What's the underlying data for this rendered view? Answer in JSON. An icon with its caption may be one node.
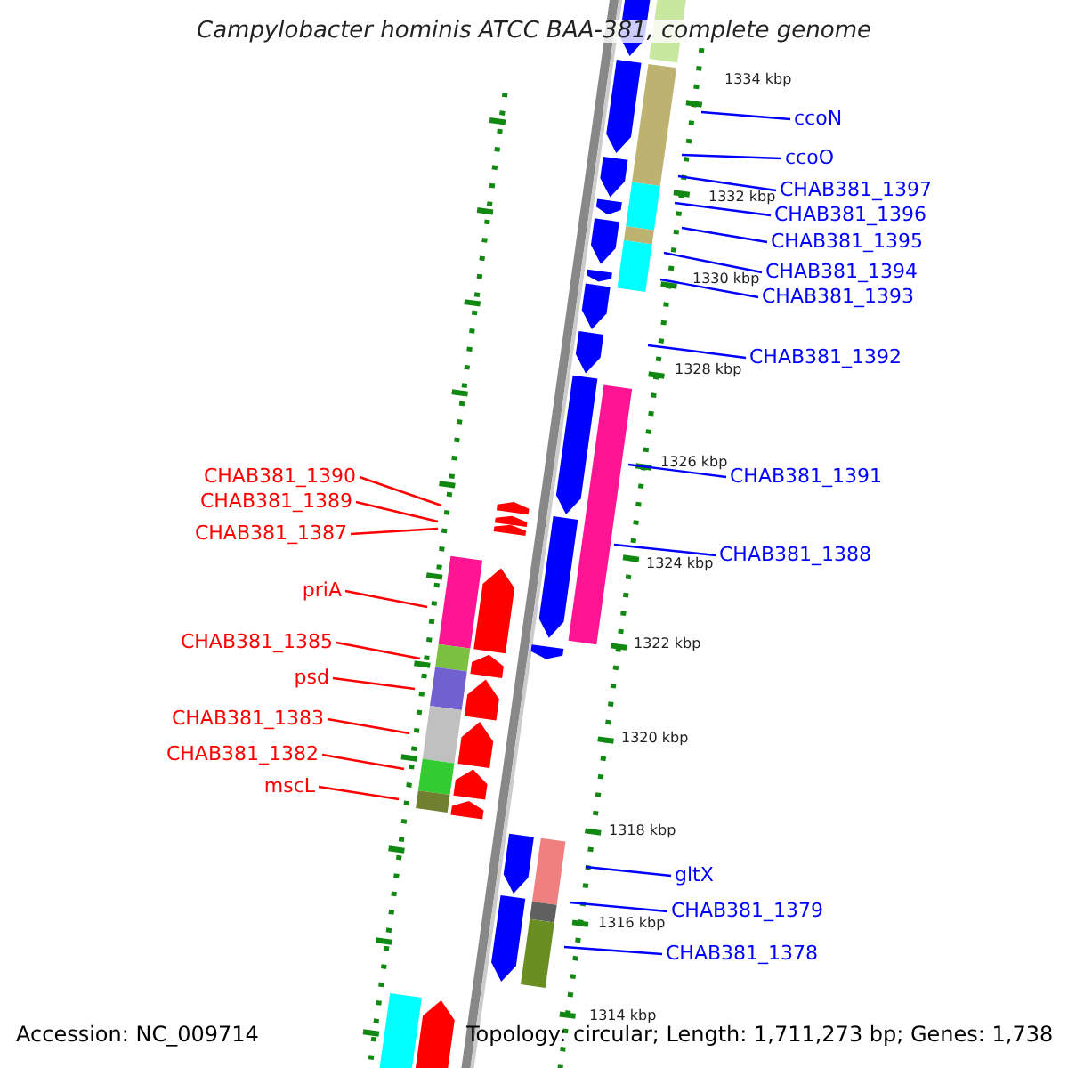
{
  "diagram": {
    "title": "Campylobacter hominis ATCC BAA-381, complete genome",
    "nodes": [
      {
        "text": [
          "ccoN"
        ]
      },
      {
        "text": [
          "ccoO"
        ]
      },
      {
        "text": [
          "CHAB381_1397"
        ]
      },
      {
        "text": [
          "CHAB381_1396"
        ]
      },
      {
        "text": [
          "CHAB381_1395"
        ]
      },
      {
        "text": [
          "CHAB381_1394"
        ]
      },
      {
        "text": [
          "CHAB381_1393"
        ]
      },
      {
        "text": [
          "CHAB381_1392"
        ]
      },
      {
        "text": [
          "CHAB381_1391"
        ]
      },
      {
        "text": [
          "CHAB381_1390"
        ]
      },
      {
        "text": [
          "CHAB381_1389"
        ]
      },
      {
        "text": [
          "CHAB381_1387"
        ]
      },
      {
        "text": [
          "CHAB381_1388"
        ]
      },
      {
        "text": [
          "priA"
        ]
      },
      {
        "text": [
          "CHAB381_1385"
        ]
      },
      {
        "text": [
          "psd"
        ]
      },
      {
        "text": [
          "CHAB381_1383"
        ]
      },
      {
        "text": [
          "CHAB381_1382"
        ]
      },
      {
        "text": [
          "mscL"
        ]
      },
      {
        "text": [
          "gltX"
        ]
      },
      {
        "text": [
          "CHAB381_1379"
        ]
      },
      {
        "text": [
          "CHAB381_1378"
        ]
      }
    ],
    "edges": [
      {
        "from": 0,
        "to": null,
        "arrow": "none"
      },
      {
        "from": 1,
        "to": null,
        "arrow": "none"
      },
      {
        "from": 2,
        "to": null,
        "arrow": "none"
      },
      {
        "from": 3,
        "to": null,
        "arrow": "none"
      },
      {
        "from": 4,
        "to": null,
        "arrow": "none"
      },
      {
        "from": 5,
        "to": null,
        "arrow": "none"
      },
      {
        "from": 6,
        "to": null,
        "arrow": "none"
      },
      {
        "from": 7,
        "to": null,
        "arrow": "none"
      },
      {
        "from": 8,
        "to": null,
        "arrow": "none"
      },
      {
        "from": 9,
        "to": null,
        "arrow": "none",
        "color": "#ff0000"
      },
      {
        "from": 10,
        "to": null,
        "arrow": "none",
        "color": "#ff0000"
      },
      {
        "from": 11,
        "to": null,
        "arrow": "none",
        "color": "#ff0000"
      },
      {
        "from": 12,
        "to": null,
        "arrow": "none"
      },
      {
        "from": 13,
        "to": null,
        "arrow": "none",
        "color": "#ff0000"
      },
      {
        "from": 14,
        "to": null,
        "arrow": "none",
        "color": "#ff0000"
      },
      {
        "from": 15,
        "to": null,
        "arrow": "none",
        "color": "#ff0000"
      },
      {
        "from": 16,
        "to": null,
        "arrow": "none",
        "color": "#ff0000"
      },
      {
        "from": 17,
        "to": null,
        "arrow": "none",
        "color": "#ff0000"
      },
      {
        "from": 18,
        "to": null,
        "arrow": "none",
        "color": "#ff0000"
      },
      {
        "from": 19,
        "to": null,
        "arrow": "none"
      },
      {
        "from": 20,
        "to": null,
        "arrow": "none"
      },
      {
        "from": 21,
        "to": null,
        "arrow": "none"
      }
    ],
    "labels": [
      "1334 kbp",
      "1332 kbp",
      "1330 kbp",
      "1328 kbp",
      "1326 kbp",
      "1324 kbp",
      "1322 kbp",
      "1320 kbp",
      "1318 kbp",
      "1316 kbp",
      "1314 kbp",
      "Accession: NC_009714",
      "Topology: circular; Length: 1,711,273 bp; Genes: 1,738"
    ]
  }
}
